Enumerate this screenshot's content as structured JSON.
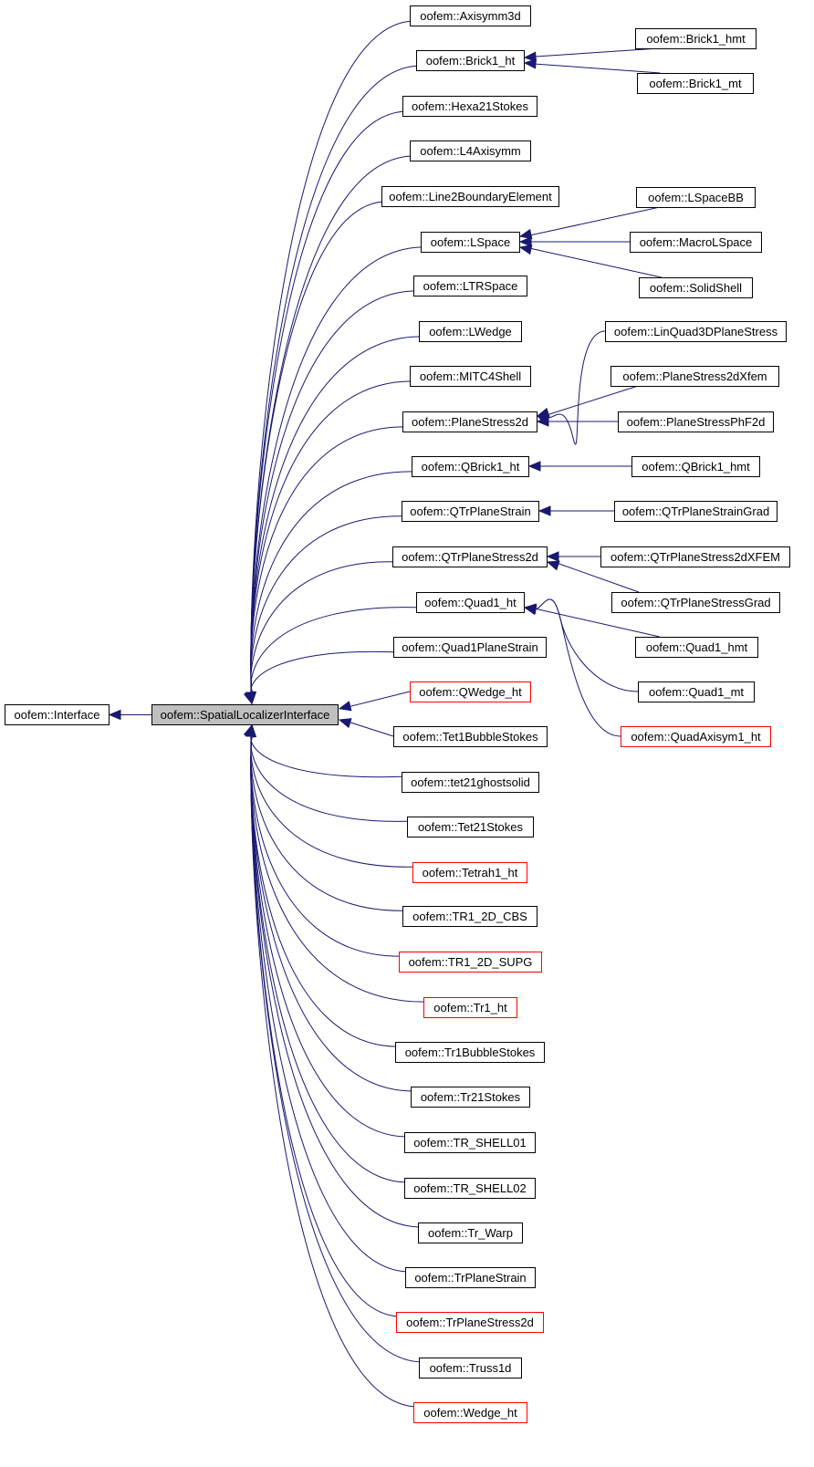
{
  "diagram": {
    "colors": {
      "edge": "#191970",
      "red_border": "#ff0000",
      "focus_fill": "#bfbfbf"
    },
    "base": {
      "id": "interface",
      "label": "oofem::Interface"
    },
    "focus": {
      "id": "sli",
      "label": "oofem::SpatialLocalizerInterface"
    },
    "children": [
      {
        "id": "axisymm3d",
        "label": "oofem::Axisymm3d"
      },
      {
        "id": "brick1_ht",
        "label": "oofem::Brick1_ht"
      },
      {
        "id": "hexa21stokes",
        "label": "oofem::Hexa21Stokes"
      },
      {
        "id": "l4axisymm",
        "label": "oofem::L4Axisymm"
      },
      {
        "id": "line2boundary",
        "label": "oofem::Line2BoundaryElement"
      },
      {
        "id": "lspace",
        "label": "oofem::LSpace"
      },
      {
        "id": "ltrspace",
        "label": "oofem::LTRSpace"
      },
      {
        "id": "lwedge",
        "label": "oofem::LWedge"
      },
      {
        "id": "mitc4shell",
        "label": "oofem::MITC4Shell"
      },
      {
        "id": "planestress2d",
        "label": "oofem::PlaneStress2d"
      },
      {
        "id": "qbrick1_ht",
        "label": "oofem::QBrick1_ht"
      },
      {
        "id": "qtrplanestrain",
        "label": "oofem::QTrPlaneStrain"
      },
      {
        "id": "qtrplanestress2d",
        "label": "oofem::QTrPlaneStress2d"
      },
      {
        "id": "quad1_ht",
        "label": "oofem::Quad1_ht"
      },
      {
        "id": "quad1planestrain",
        "label": "oofem::Quad1PlaneStrain"
      },
      {
        "id": "qwedge_ht",
        "label": "oofem::QWedge_ht",
        "red": true
      },
      {
        "id": "tet1bubblestokes",
        "label": "oofem::Tet1BubbleStokes"
      },
      {
        "id": "tet21ghostsolid",
        "label": "oofem::tet21ghostsolid"
      },
      {
        "id": "tet21stokes",
        "label": "oofem::Tet21Stokes"
      },
      {
        "id": "tetrah1_ht",
        "label": "oofem::Tetrah1_ht",
        "red": true
      },
      {
        "id": "tr1_2d_cbs",
        "label": "oofem::TR1_2D_CBS"
      },
      {
        "id": "tr1_2d_supg",
        "label": "oofem::TR1_2D_SUPG",
        "red": true
      },
      {
        "id": "tr1_ht",
        "label": "oofem::Tr1_ht",
        "red": true
      },
      {
        "id": "tr1bubblestokes",
        "label": "oofem::Tr1BubbleStokes"
      },
      {
        "id": "tr21stokes",
        "label": "oofem::Tr21Stokes"
      },
      {
        "id": "tr_shell01",
        "label": "oofem::TR_SHELL01"
      },
      {
        "id": "tr_shell02",
        "label": "oofem::TR_SHELL02"
      },
      {
        "id": "tr_warp",
        "label": "oofem::Tr_Warp"
      },
      {
        "id": "trplanestrain",
        "label": "oofem::TrPlaneStrain"
      },
      {
        "id": "trplanestress2d",
        "label": "oofem::TrPlaneStress2d",
        "red": true
      },
      {
        "id": "truss1d",
        "label": "oofem::Truss1d"
      },
      {
        "id": "wedge_ht",
        "label": "oofem::Wedge_ht",
        "red": true
      }
    ],
    "grandchildren": [
      {
        "id": "brick1_hmt",
        "label": "oofem::Brick1_hmt",
        "parent": "brick1_ht"
      },
      {
        "id": "brick1_mt",
        "label": "oofem::Brick1_mt",
        "parent": "brick1_ht"
      },
      {
        "id": "lspacebb",
        "label": "oofem::LSpaceBB",
        "parent": "lspace"
      },
      {
        "id": "macrolspace",
        "label": "oofem::MacroLSpace",
        "parent": "lspace"
      },
      {
        "id": "solidshell",
        "label": "oofem::SolidShell",
        "parent": "lspace"
      },
      {
        "id": "linquad3d",
        "label": "oofem::LinQuad3DPlaneStress",
        "parent": "planestress2d"
      },
      {
        "id": "planestress2dxfem",
        "label": "oofem::PlaneStress2dXfem",
        "parent": "planestress2d"
      },
      {
        "id": "planestressphf2d",
        "label": "oofem::PlaneStressPhF2d",
        "parent": "planestress2d"
      },
      {
        "id": "qbrick1_hmt",
        "label": "oofem::QBrick1_hmt",
        "parent": "qbrick1_ht"
      },
      {
        "id": "qtrplanestraingrad",
        "label": "oofem::QTrPlaneStrainGrad",
        "parent": "qtrplanestrain"
      },
      {
        "id": "qtrplanestress2dxfem",
        "label": "oofem::QTrPlaneStress2dXFEM",
        "parent": "qtrplanestress2d"
      },
      {
        "id": "qtrplanestressgrad",
        "label": "oofem::QTrPlaneStressGrad",
        "parent": "qtrplanestress2d"
      },
      {
        "id": "quad1_hmt",
        "label": "oofem::Quad1_hmt",
        "parent": "quad1_ht"
      },
      {
        "id": "quad1_mt",
        "label": "oofem::Quad1_mt",
        "parent": "quad1_ht"
      },
      {
        "id": "quadaxisym1_ht",
        "label": "oofem::QuadAxisym1_ht",
        "parent": "quad1_ht",
        "red": true
      }
    ]
  }
}
